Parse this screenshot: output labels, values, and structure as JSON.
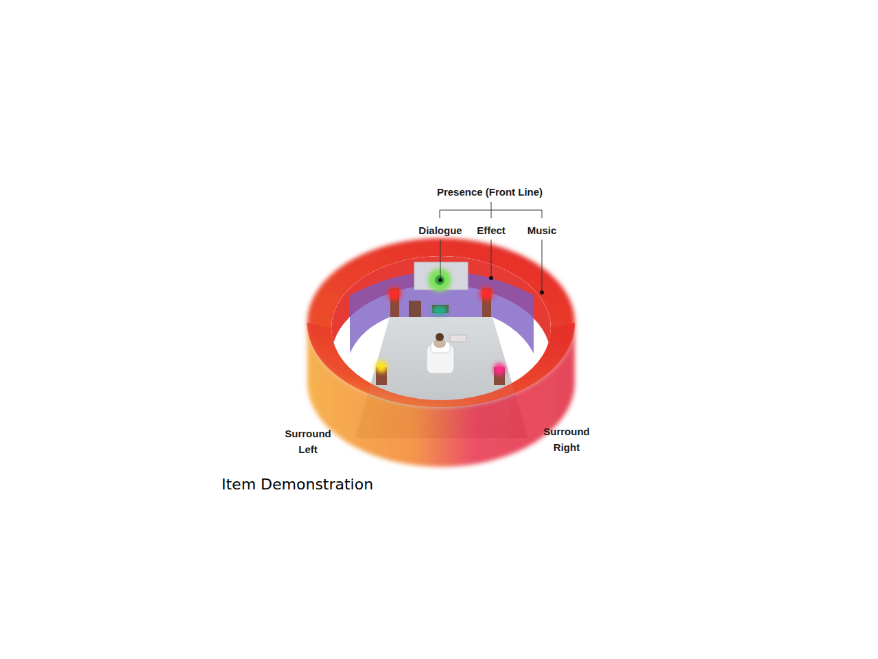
{
  "diagram": {
    "caption": "Item Demonstration",
    "labels": [
      "Presence (Front Line)",
      "Dialogue",
      "Effect",
      "Music",
      "Surround Left",
      "Surround Right"
    ]
  }
}
